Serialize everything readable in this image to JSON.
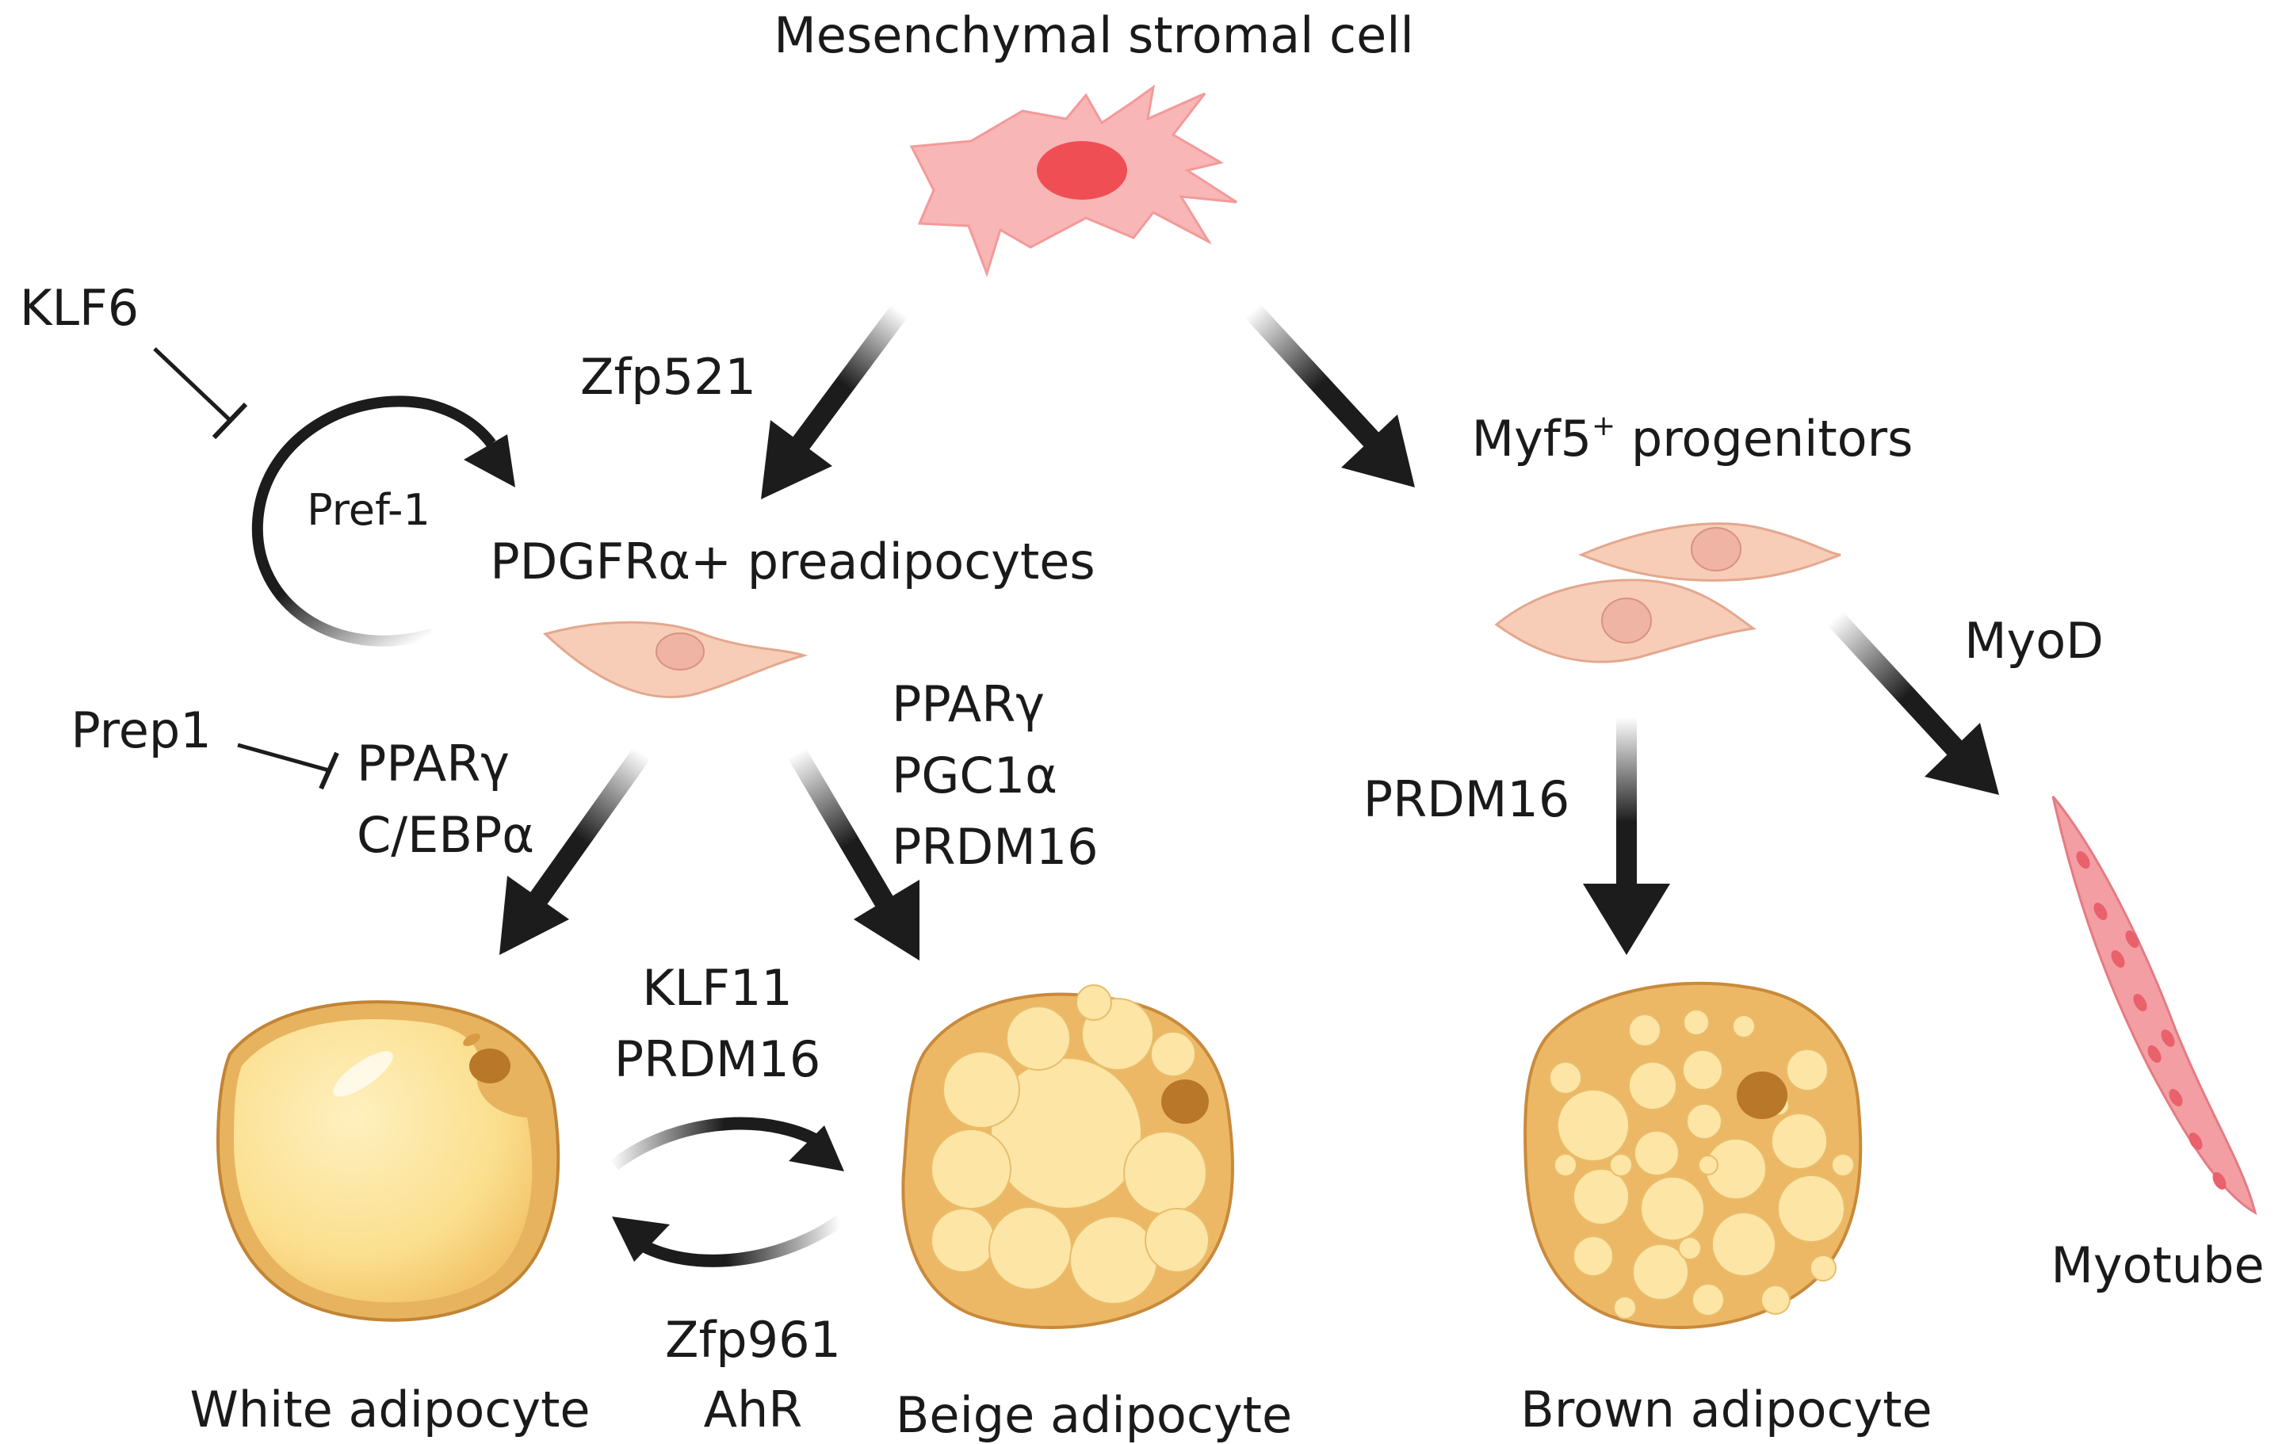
{
  "cells": {
    "msc": "Mesenchymal stromal cell",
    "preadipocytes": "PDGFRα+ preadipocytes",
    "myf5_prefix": "Myf5",
    "myf5_sup": "+",
    "myf5_suffix": " progenitors",
    "white": "White adipocyte",
    "beige": "Beige adipocyte",
    "brown": "Brown adipocyte",
    "myotube": "Myotube"
  },
  "factors": {
    "zfp521": "Zfp521",
    "klf6": "KLF6",
    "pref1": "Pref-1",
    "prep1": "Prep1",
    "white_pathway": [
      "PPARγ",
      "C/EBPα"
    ],
    "beige_pathway": [
      "PPARγ",
      "PGC1α",
      "PRDM16"
    ],
    "to_beige": [
      "KLF11",
      "PRDM16"
    ],
    "to_white": [
      "Zfp961",
      "AhR"
    ],
    "brown_pathway": "PRDM16",
    "myod": "MyoD"
  },
  "colors": {
    "arrow": "#1c1c1c",
    "msc_body": "#f9b6b6",
    "msc_nucleus": "#ef4e55",
    "progenitor_body": "#f7cdb8",
    "progenitor_nucleus": "#efb4a4",
    "fat_border": "#d89a45",
    "fat_cytoplasm": "#f0bd69",
    "lipid": "#fde5a6",
    "myotube_body": "#f39ea3",
    "myotube_nucleus": "#e9616c"
  }
}
